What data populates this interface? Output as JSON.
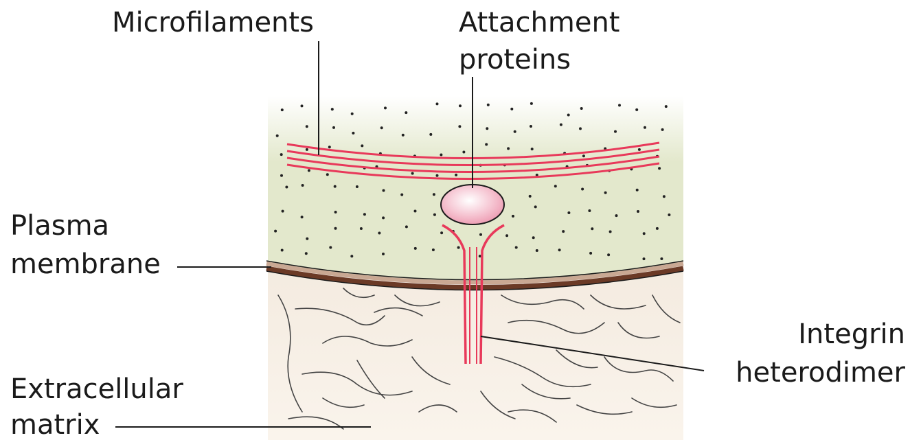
{
  "labels": {
    "microfilaments": "Microfilaments",
    "attachment_proteins_1": "Attachment",
    "attachment_proteins_2": "proteins",
    "plasma_membrane_1": "Plasma",
    "plasma_membrane_2": "membrane",
    "integrin_1": "Integrin",
    "integrin_2": "heterodimer",
    "ecm_1": "Extracellular",
    "ecm_2": "matrix"
  },
  "colors": {
    "cytoplasm": "#e3e8cc",
    "cytoplasm_fade": "#ffffff",
    "extracellular_matrix": "#f6eee4",
    "membrane_dark": "#6b3a26",
    "membrane_light": "#c9a893",
    "filament": "#e8395a",
    "attachment_protein": "#f4b8c8",
    "integrin": "#e8395a",
    "fibre": "#444444",
    "text": "#1a1a1a"
  }
}
